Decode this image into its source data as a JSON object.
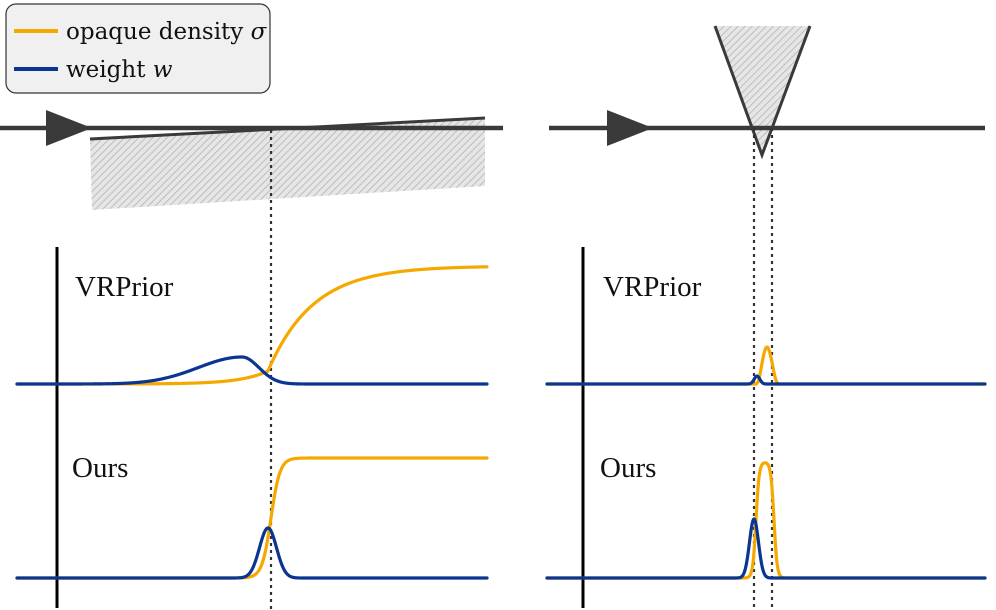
{
  "legend": {
    "items": [
      {
        "label_prefix": "opaque density ",
        "symbol": "σ",
        "color": "#f5a800"
      },
      {
        "label_prefix": "weight ",
        "symbol": "w",
        "color": "#0a3591"
      }
    ]
  },
  "panels": {
    "left": {
      "top_label": "VRPrior",
      "bottom_label": "Ours"
    },
    "right": {
      "top_label": "VRPrior",
      "bottom_label": "Ours"
    }
  },
  "colors": {
    "density": "#f5a800",
    "weight": "#0a3591",
    "ray": "#3a3a3a"
  },
  "icons": {
    "ray_arrow": "triangle-arrow-icon",
    "surface": "hatched-surface"
  }
}
